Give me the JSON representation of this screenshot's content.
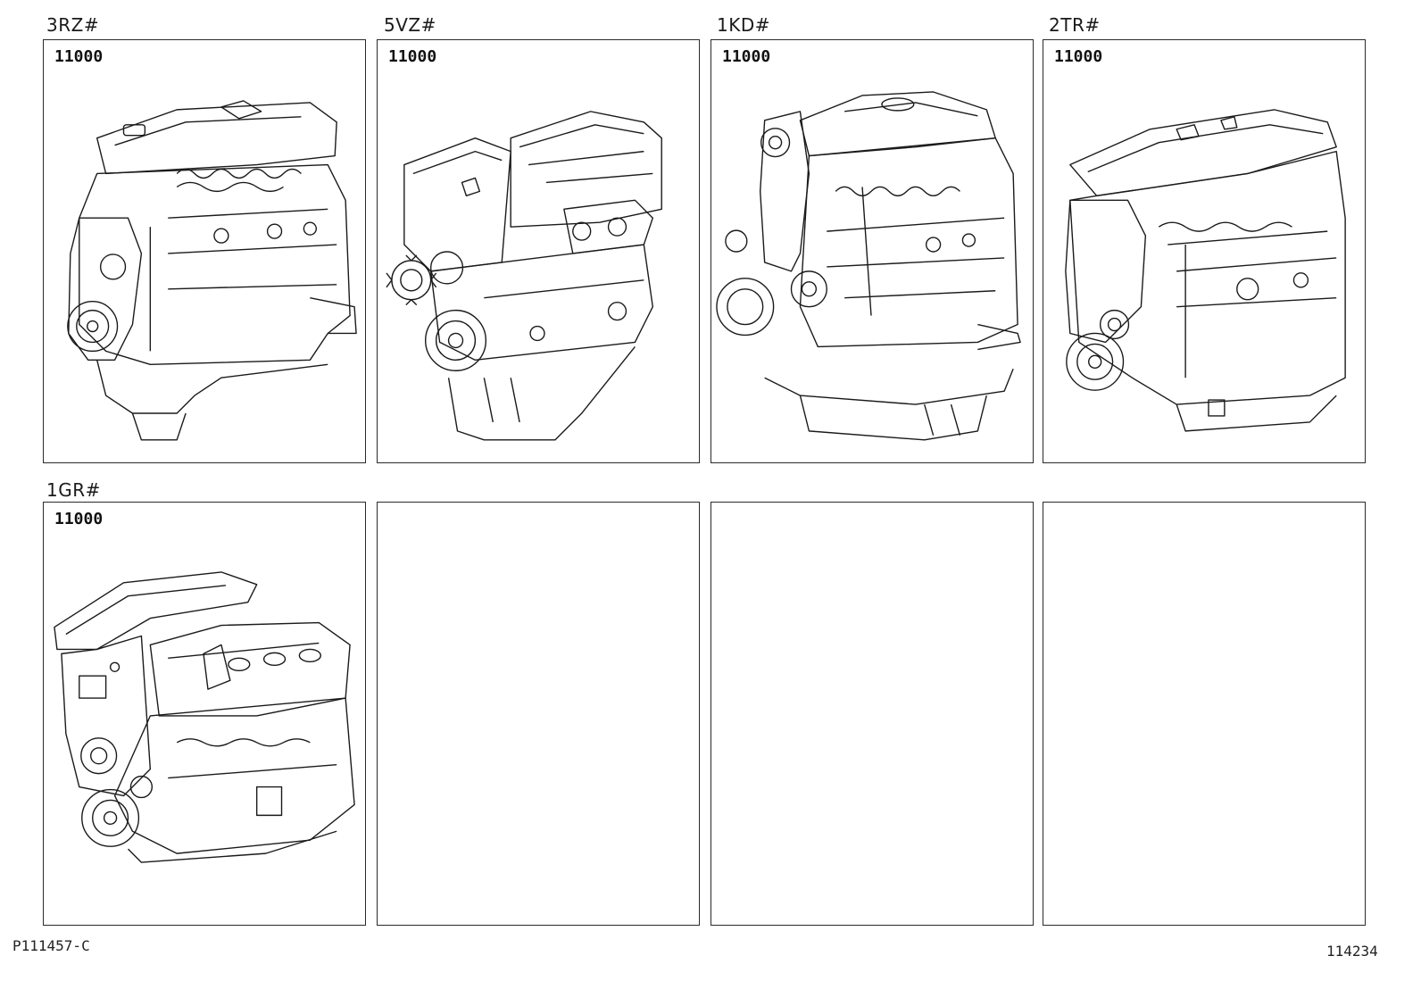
{
  "panels": [
    {
      "engine": "3RZ#",
      "part": "11000"
    },
    {
      "engine": "5VZ#",
      "part": "11000"
    },
    {
      "engine": "1KD#",
      "part": "11000"
    },
    {
      "engine": "2TR#",
      "part": "11000"
    },
    {
      "engine": "1GR#",
      "part": "11000"
    },
    {
      "engine": "",
      "part": ""
    },
    {
      "engine": "",
      "part": ""
    },
    {
      "engine": "",
      "part": ""
    }
  ],
  "footer": {
    "left_code": "P111457-C",
    "right_code": "114234"
  },
  "colors": {
    "line": "#1a1a1a",
    "background": "#ffffff"
  },
  "icons": [
    "engine-3rz-drawing",
    "engine-5vz-drawing",
    "engine-1kd-drawing",
    "engine-2tr-drawing",
    "engine-1gr-drawing"
  ]
}
